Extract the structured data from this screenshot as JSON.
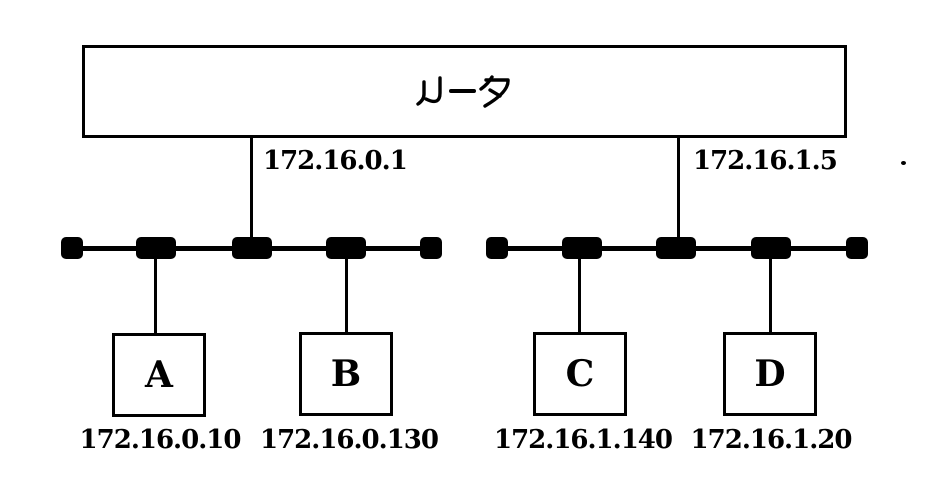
{
  "diagram": {
    "title_implicit": "router with two network segments",
    "router": {
      "label": "ルータ"
    },
    "segments": [
      {
        "router_interface_ip": "172.16.0.1",
        "hosts": [
          {
            "label": "A",
            "ip": "172.16.0.10"
          },
          {
            "label": "B",
            "ip": "172.16.0.130"
          }
        ]
      },
      {
        "router_interface_ip": "172.16.1.5",
        "hosts": [
          {
            "label": "C",
            "ip": "172.16.1.140"
          },
          {
            "label": "D",
            "ip": "172.16.1.20"
          }
        ]
      }
    ],
    "colors": {
      "line": "#000000",
      "background": "#ffffff"
    }
  }
}
